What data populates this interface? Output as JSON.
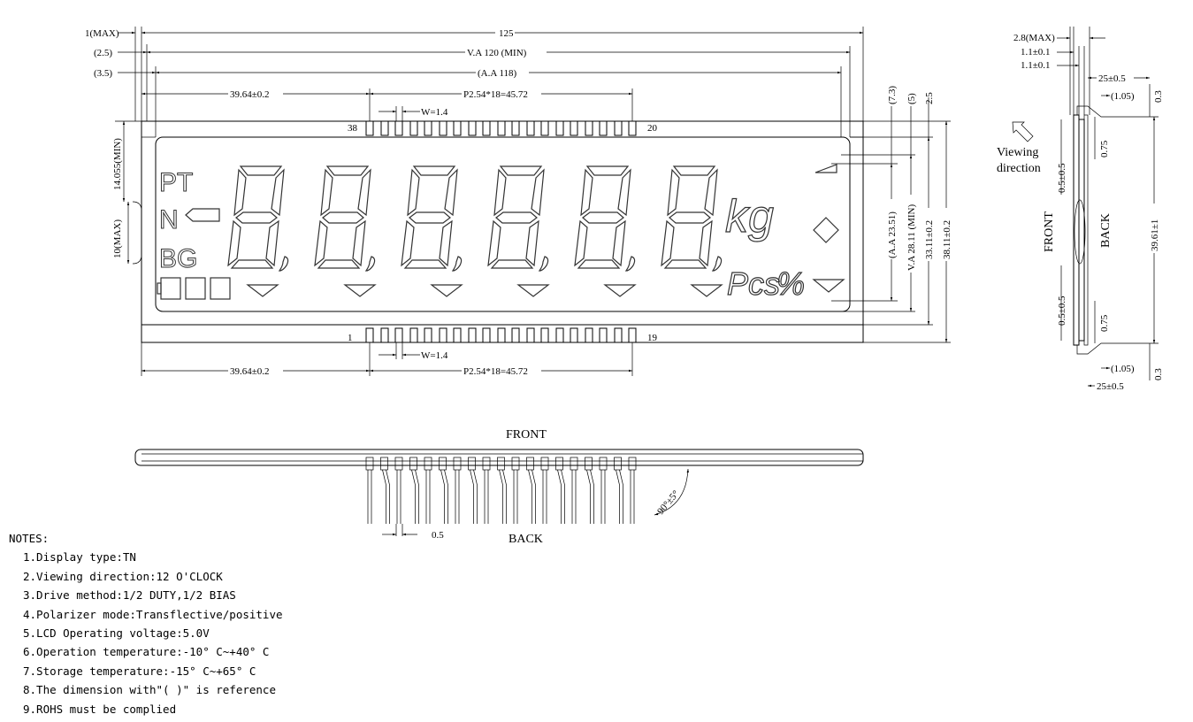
{
  "front_view": {
    "dims": {
      "overall_width": "125",
      "va_width": "V.A 120 (MIN)",
      "aa_width": "(A.A 118)",
      "top_left_1": "1(MAX)",
      "top_left_2": "(2.5)",
      "top_left_3": "(3.5)",
      "pin_offset_top": "39.64±0.2",
      "pin_pitch_top": "P2.54*18=45.72",
      "pin_width_top": "W=1.4",
      "pin_offset_bottom": "39.64±0.2",
      "pin_pitch_bottom": "P2.54*18=45.72",
      "pin_width_bottom": "W=1.4",
      "left_v1": "14.055(MIN)",
      "left_v2": "10(MAX)",
      "right_v1": "(7.3)",
      "right_v2": "(5)",
      "right_v3": "2.5",
      "right_v4": "(A.A 23.51)",
      "right_v5": "V.A 28.11 (MIN)",
      "right_v6": "33.11±0.2",
      "right_v7": "38.11±0.2"
    },
    "pins": {
      "top_left": "38",
      "top_right": "20",
      "bottom_left": "1",
      "bottom_right": "19"
    },
    "segments": {
      "pt": "PT",
      "n": "N",
      "bg": "BG",
      "kg": "kg",
      "pcs": "Pcs",
      "percent": "%"
    }
  },
  "side_view": {
    "dims": {
      "thickness": "2.8(MAX)",
      "glass1": "1.1±0.1",
      "glass2": "1.1±0.1",
      "top_pin": "25±0.5",
      "top_ref": "(1.05)",
      "top_03": "0.3",
      "top_075": "0.75",
      "top_05": "0.5±0.5",
      "height": "39.61±1",
      "bottom_05": "0.5±0.5",
      "bottom_075": "0.75",
      "bottom_ref": "(1.05)",
      "bottom_03": "0.3",
      "bottom_pin": "25±0.5"
    },
    "viewing_label_1": "Viewing",
    "viewing_label_2": "direction",
    "front_label": "FRONT",
    "back_label": "BACK"
  },
  "bottom_view": {
    "front_label": "FRONT",
    "back_label": "BACK",
    "pin_dim": "0.5",
    "angle": "90°±5°"
  },
  "notes": {
    "heading": "NOTES:",
    "items": [
      "1.Display type:TN",
      "2.Viewing direction:12 O'CLOCK",
      "3.Drive method:1/2 DUTY,1/2 BIAS",
      "4.Polarizer mode:Transflective/positive",
      "5.LCD Operating voltage:5.0V",
      "6.Operation temperature:-10° C~+40° C",
      "7.Storage temperature:-15° C~+65° C",
      "8.The dimension with\"( )\" is reference",
      "9.ROHS must be complied"
    ]
  }
}
